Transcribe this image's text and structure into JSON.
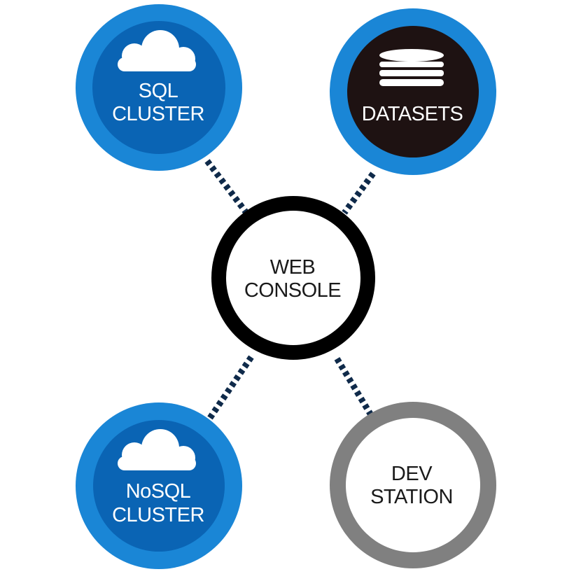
{
  "diagram": {
    "nodes": {
      "sql_cluster": {
        "line1": "SQL",
        "line2": "CLUSTER",
        "icon": "cloud-icon",
        "color": "#0a64b4",
        "ring_color": "#1a86d6"
      },
      "datasets": {
        "line1": "DATASETS",
        "icon": "database-icon",
        "color": "#1e1212",
        "ring_color": "#1a86d6"
      },
      "web_console": {
        "line1": "WEB",
        "line2": "CONSOLE",
        "color": "#ffffff",
        "ring_color": "#000000"
      },
      "nosql_cluster": {
        "line1": "NoSQL",
        "line2": "CLUSTER",
        "icon": "cloud-icon",
        "color": "#0a64b4",
        "ring_color": "#1a86d6"
      },
      "dev_station": {
        "line1": "DEV",
        "line2": "STATION",
        "color": "#ffffff",
        "ring_color": "#808080"
      }
    },
    "connectors": [
      {
        "from": "sql_cluster",
        "to": "web_console"
      },
      {
        "from": "datasets",
        "to": "web_console"
      },
      {
        "from": "nosql_cluster",
        "to": "web_console"
      },
      {
        "from": "dev_station",
        "to": "web_console"
      }
    ],
    "connector_color": "#0f2a4a"
  }
}
